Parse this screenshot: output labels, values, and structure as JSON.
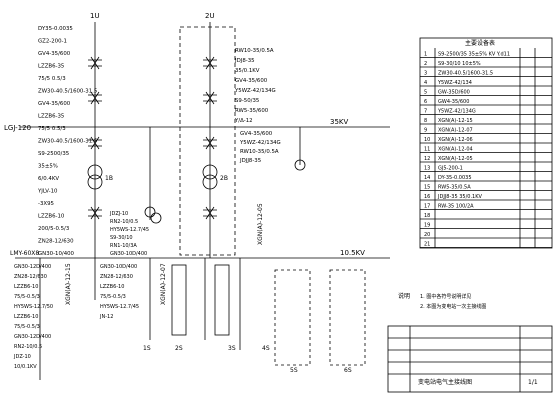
{
  "labels": {
    "lgj": "LGJ-120",
    "bus35": "35KV",
    "bus10": "10.5KV",
    "lmy": "LMY-60X8",
    "feeder_1u": "1U",
    "feeder_2u": "2U",
    "t1": "1B",
    "t2": "2B",
    "notes_title": "说明",
    "notes_line1": "1. 图中各符号说明详见",
    "notes_line2": "2. 本图为变电站一次主接线图"
  },
  "left_lines": [
    "DY35-0.0035",
    "GZ2-200-1",
    "GV4-35/600",
    "LZZB6-35",
    "75/5 0.5/3",
    "ZW30-40.5/1600-31.5",
    "GV4-35/600",
    "LZZB6-35",
    "75/5 0.5/3",
    "ZW30-40.5/1600-31.5",
    "S9-2500/35",
    "35±5%",
    "6/0.4KV",
    "YJLV-10",
    "-3X95",
    "LZZB6-10",
    "200/5-0.5/3",
    "ZN28-12/630",
    "GN30-10/400"
  ],
  "mid_lines": [
    "RW10-35/0.5A",
    "JDJ8-35",
    "35/0.1KV",
    "GV4-35/600",
    "Y5WZ-42/134G",
    "S9-50/35",
    "RW5-35/600",
    "Y/Δ-12"
  ],
  "right_mid": [
    "GV4-35/600",
    "Y5WZ-42/134G",
    "RW10-35/0.5A",
    "JDJJ8-35"
  ],
  "lower_mid": [
    "JDZJ-10",
    "RN2-10/0.5",
    "HY5WS-12.7/45",
    "S9-30/10",
    "RN1-10/3A",
    "GN30-10D/400"
  ],
  "bottom_left": [
    "GN30-12D/400",
    "ZN28-12/630",
    "LZZB6-10",
    "75/5-0.5/3",
    "HY5WS-12.7/50",
    "LZZB6-10",
    "75/5-0.5/3",
    "GN30-12D/400",
    "RN2-10/0.5",
    "JDZ-10",
    "10/0.1KV"
  ],
  "bottom_mid": [
    "GN30-10D/400",
    "ZN28-12/630",
    "LZZB6-10",
    "75/5-0.5/3",
    "HY5WS-12.7/45",
    "JN-12"
  ],
  "vertical_labels": {
    "xgn_left": "XGN(A)-12-15",
    "xgn_mid": "XGN(A)-12-07",
    "xgn_right": "XGN(A)-12-05"
  },
  "section_labels": [
    "1S",
    "2S",
    "3S",
    "4S",
    "5S",
    "6S"
  ],
  "table": {
    "title": "主要设备表",
    "rows": [
      {
        "n": "1",
        "model": "S9-2500/35  35±5% KV Y.d11"
      },
      {
        "n": "2",
        "model": "S9-30/10  10±5%"
      },
      {
        "n": "3",
        "model": "ZW30-40.5/1600-31.5"
      },
      {
        "n": "4",
        "model": "Y5WZ-42/134"
      },
      {
        "n": "5",
        "model": "GW-35D/600"
      },
      {
        "n": "6",
        "model": "GW4-35/600"
      },
      {
        "n": "7",
        "model": "Y5WZ-42/134G"
      },
      {
        "n": "8",
        "model": "XGN(A)-12-15"
      },
      {
        "n": "9",
        "model": "XGN(A)-12-07"
      },
      {
        "n": "10",
        "model": "XGN(A)-12-06"
      },
      {
        "n": "11",
        "model": "XGN(A)-12-04"
      },
      {
        "n": "12",
        "model": "XGN(A)-12-05"
      },
      {
        "n": "13",
        "model": "GJ5-200-1"
      },
      {
        "n": "14",
        "model": "DY-35-0.0035"
      },
      {
        "n": "15",
        "model": "RW5-35/0.5A"
      },
      {
        "n": "16",
        "model": "JDJJ8-35  35/0.1KV"
      },
      {
        "n": "17",
        "model": "RW-35 100/2A"
      },
      {
        "n": "18",
        "model": ""
      },
      {
        "n": "19",
        "model": ""
      },
      {
        "n": "20",
        "model": ""
      },
      {
        "n": "21",
        "model": ""
      }
    ]
  },
  "title_block": {
    "drawing_name": "变电站电气主接线图",
    "sheet": "1/1"
  }
}
